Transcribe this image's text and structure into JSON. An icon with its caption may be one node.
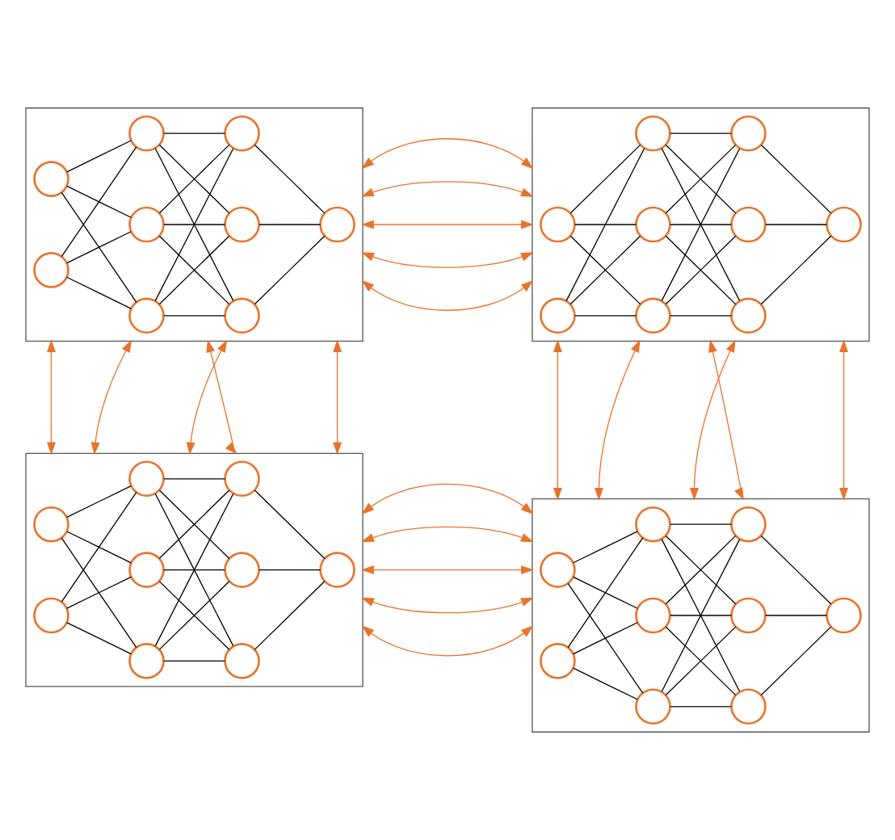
{
  "diagram": {
    "nodes": [
      {
        "text": [],
        "shape": "box"
      },
      {
        "text": [],
        "shape": "circle",
        "in": 0
      },
      {
        "text": [],
        "shape": "circle",
        "in": 0
      },
      {
        "text": [],
        "shape": "circle",
        "in": 0
      },
      {
        "text": [],
        "shape": "circle",
        "in": 0
      },
      {
        "text": [],
        "shape": "circle",
        "in": 0
      },
      {
        "text": [],
        "shape": "circle",
        "in": 0
      },
      {
        "text": [],
        "shape": "circle",
        "in": 0
      },
      {
        "text": [],
        "shape": "circle",
        "in": 0
      },
      {
        "text": [],
        "shape": "circle",
        "in": 0
      },
      {
        "text": [],
        "shape": "box"
      },
      {
        "text": [],
        "shape": "circle",
        "in": 10
      },
      {
        "text": [],
        "shape": "circle",
        "in": 10
      },
      {
        "text": [],
        "shape": "circle",
        "in": 10
      },
      {
        "text": [],
        "shape": "circle",
        "in": 10
      },
      {
        "text": [],
        "shape": "circle",
        "in": 10
      },
      {
        "text": [],
        "shape": "circle",
        "in": 10
      },
      {
        "text": [],
        "shape": "circle",
        "in": 10
      },
      {
        "text": [],
        "shape": "circle",
        "in": 10
      },
      {
        "text": [],
        "shape": "circle",
        "in": 10
      },
      {
        "text": [],
        "shape": "box"
      },
      {
        "text": [],
        "shape": "circle",
        "in": 20
      },
      {
        "text": [],
        "shape": "circle",
        "in": 20
      },
      {
        "text": [],
        "shape": "circle",
        "in": 20
      },
      {
        "text": [],
        "shape": "circle",
        "in": 20
      },
      {
        "text": [],
        "shape": "circle",
        "in": 20
      },
      {
        "text": [],
        "shape": "circle",
        "in": 20
      },
      {
        "text": [],
        "shape": "circle",
        "in": 20
      },
      {
        "text": [],
        "shape": "circle",
        "in": 20
      },
      {
        "text": [],
        "shape": "circle",
        "in": 20
      },
      {
        "text": [],
        "shape": "box"
      },
      {
        "text": [],
        "shape": "circle",
        "in": 30
      },
      {
        "text": [],
        "shape": "circle",
        "in": 30
      },
      {
        "text": [],
        "shape": "circle",
        "in": 30
      },
      {
        "text": [],
        "shape": "circle",
        "in": 30
      },
      {
        "text": [],
        "shape": "circle",
        "in": 30
      },
      {
        "text": [],
        "shape": "circle",
        "in": 30
      },
      {
        "text": [],
        "shape": "circle",
        "in": 30
      },
      {
        "text": [],
        "shape": "circle",
        "in": 30
      },
      {
        "text": [],
        "shape": "circle",
        "in": 30
      }
    ],
    "edges": [
      {
        "from": 1,
        "to": 3,
        "arrow": "none"
      },
      {
        "from": 1,
        "to": 4,
        "arrow": "none"
      },
      {
        "from": 1,
        "to": 5,
        "arrow": "none"
      },
      {
        "from": 2,
        "to": 3,
        "arrow": "none"
      },
      {
        "from": 2,
        "to": 4,
        "arrow": "none"
      },
      {
        "from": 2,
        "to": 5,
        "arrow": "none"
      },
      {
        "from": 3,
        "to": 6,
        "arrow": "none"
      },
      {
        "from": 3,
        "to": 7,
        "arrow": "none"
      },
      {
        "from": 3,
        "to": 8,
        "arrow": "none"
      },
      {
        "from": 4,
        "to": 6,
        "arrow": "none"
      },
      {
        "from": 4,
        "to": 7,
        "arrow": "none"
      },
      {
        "from": 4,
        "to": 8,
        "arrow": "none"
      },
      {
        "from": 5,
        "to": 6,
        "arrow": "none"
      },
      {
        "from": 5,
        "to": 7,
        "arrow": "none"
      },
      {
        "from": 5,
        "to": 8,
        "arrow": "none"
      },
      {
        "from": 6,
        "to": 9,
        "arrow": "none"
      },
      {
        "from": 7,
        "to": 9,
        "arrow": "none"
      },
      {
        "from": 8,
        "to": 9,
        "arrow": "none"
      },
      {
        "from": 11,
        "to": 13,
        "arrow": "none"
      },
      {
        "from": 11,
        "to": 14,
        "arrow": "none"
      },
      {
        "from": 11,
        "to": 15,
        "arrow": "none"
      },
      {
        "from": 12,
        "to": 13,
        "arrow": "none"
      },
      {
        "from": 12,
        "to": 14,
        "arrow": "none"
      },
      {
        "from": 12,
        "to": 15,
        "arrow": "none"
      },
      {
        "from": 13,
        "to": 16,
        "arrow": "none"
      },
      {
        "from": 13,
        "to": 17,
        "arrow": "none"
      },
      {
        "from": 13,
        "to": 18,
        "arrow": "none"
      },
      {
        "from": 14,
        "to": 16,
        "arrow": "none"
      },
      {
        "from": 14,
        "to": 17,
        "arrow": "none"
      },
      {
        "from": 14,
        "to": 18,
        "arrow": "none"
      },
      {
        "from": 15,
        "to": 16,
        "arrow": "none"
      },
      {
        "from": 15,
        "to": 17,
        "arrow": "none"
      },
      {
        "from": 15,
        "to": 18,
        "arrow": "none"
      },
      {
        "from": 16,
        "to": 19,
        "arrow": "none"
      },
      {
        "from": 17,
        "to": 19,
        "arrow": "none"
      },
      {
        "from": 18,
        "to": 19,
        "arrow": "none"
      },
      {
        "from": 21,
        "to": 23,
        "arrow": "none"
      },
      {
        "from": 21,
        "to": 24,
        "arrow": "none"
      },
      {
        "from": 21,
        "to": 25,
        "arrow": "none"
      },
      {
        "from": 22,
        "to": 23,
        "arrow": "none"
      },
      {
        "from": 22,
        "to": 24,
        "arrow": "none"
      },
      {
        "from": 22,
        "to": 25,
        "arrow": "none"
      },
      {
        "from": 23,
        "to": 26,
        "arrow": "none"
      },
      {
        "from": 23,
        "to": 27,
        "arrow": "none"
      },
      {
        "from": 23,
        "to": 28,
        "arrow": "none"
      },
      {
        "from": 24,
        "to": 26,
        "arrow": "none"
      },
      {
        "from": 24,
        "to": 27,
        "arrow": "none"
      },
      {
        "from": 24,
        "to": 28,
        "arrow": "none"
      },
      {
        "from": 25,
        "to": 26,
        "arrow": "none"
      },
      {
        "from": 25,
        "to": 27,
        "arrow": "none"
      },
      {
        "from": 25,
        "to": 28,
        "arrow": "none"
      },
      {
        "from": 26,
        "to": 29,
        "arrow": "none"
      },
      {
        "from": 27,
        "to": 29,
        "arrow": "none"
      },
      {
        "from": 28,
        "to": 29,
        "arrow": "none"
      },
      {
        "from": 31,
        "to": 33,
        "arrow": "none"
      },
      {
        "from": 31,
        "to": 34,
        "arrow": "none"
      },
      {
        "from": 31,
        "to": 35,
        "arrow": "none"
      },
      {
        "from": 32,
        "to": 33,
        "arrow": "none"
      },
      {
        "from": 32,
        "to": 34,
        "arrow": "none"
      },
      {
        "from": 32,
        "to": 35,
        "arrow": "none"
      },
      {
        "from": 33,
        "to": 36,
        "arrow": "none"
      },
      {
        "from": 33,
        "to": 37,
        "arrow": "none"
      },
      {
        "from": 33,
        "to": 38,
        "arrow": "none"
      },
      {
        "from": 34,
        "to": 36,
        "arrow": "none"
      },
      {
        "from": 34,
        "to": 37,
        "arrow": "none"
      },
      {
        "from": 34,
        "to": 38,
        "arrow": "none"
      },
      {
        "from": 35,
        "to": 36,
        "arrow": "none"
      },
      {
        "from": 35,
        "to": 37,
        "arrow": "none"
      },
      {
        "from": 35,
        "to": 38,
        "arrow": "none"
      },
      {
        "from": 36,
        "to": 39,
        "arrow": "none"
      },
      {
        "from": 37,
        "to": 39,
        "arrow": "none"
      },
      {
        "from": 38,
        "to": 39,
        "arrow": "none"
      },
      {
        "from": 0,
        "to": 10,
        "arrow": "both",
        "color": "#e8732a"
      },
      {
        "from": 0,
        "to": 10,
        "arrow": "both",
        "color": "#e8732a"
      },
      {
        "from": 0,
        "to": 10,
        "arrow": "both",
        "color": "#e8732a"
      },
      {
        "from": 0,
        "to": 10,
        "arrow": "both",
        "color": "#e8732a"
      },
      {
        "from": 0,
        "to": 10,
        "arrow": "both",
        "color": "#e8732a"
      },
      {
        "from": 0,
        "to": 20,
        "arrow": "both",
        "color": "#e8732a"
      },
      {
        "from": 0,
        "to": 20,
        "arrow": "both",
        "color": "#e8732a"
      },
      {
        "from": 0,
        "to": 20,
        "arrow": "both",
        "color": "#e8732a"
      },
      {
        "from": 0,
        "to": 20,
        "arrow": "both",
        "color": "#e8732a"
      },
      {
        "from": 0,
        "to": 20,
        "arrow": "both",
        "color": "#e8732a"
      },
      {
        "from": 10,
        "to": 30,
        "arrow": "both",
        "color": "#e8732a"
      },
      {
        "from": 10,
        "to": 30,
        "arrow": "both",
        "color": "#e8732a"
      },
      {
        "from": 10,
        "to": 30,
        "arrow": "both",
        "color": "#e8732a"
      },
      {
        "from": 10,
        "to": 30,
        "arrow": "both",
        "color": "#e8732a"
      },
      {
        "from": 10,
        "to": 30,
        "arrow": "both",
        "color": "#e8732a"
      },
      {
        "from": 20,
        "to": 30,
        "arrow": "both",
        "color": "#e8732a"
      },
      {
        "from": 20,
        "to": 30,
        "arrow": "both",
        "color": "#e8732a"
      },
      {
        "from": 20,
        "to": 30,
        "arrow": "both",
        "color": "#e8732a"
      },
      {
        "from": 20,
        "to": 30,
        "arrow": "both",
        "color": "#e8732a"
      },
      {
        "from": 20,
        "to": 30,
        "arrow": "both",
        "color": "#e8732a"
      }
    ]
  }
}
